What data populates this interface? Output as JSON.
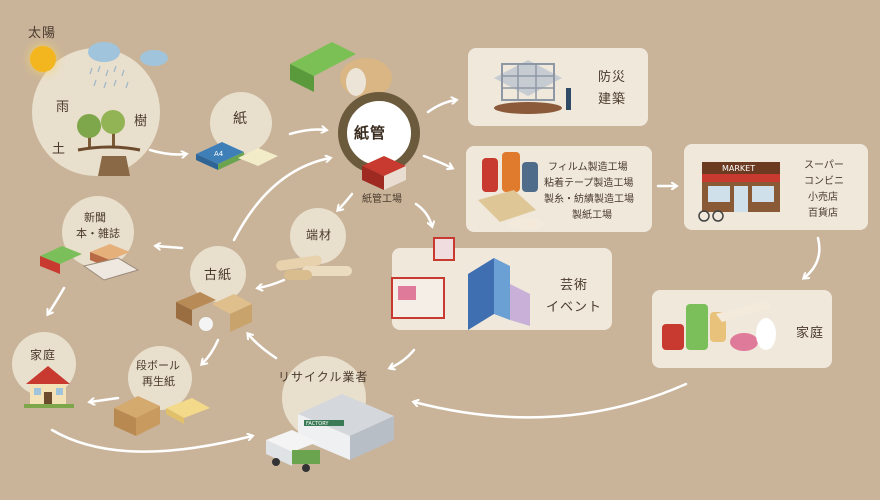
{
  "nature": {
    "sun": "太陽",
    "rain": "雨",
    "tree": "樹",
    "soil": "土"
  },
  "paper": "紙",
  "tube": {
    "title": "紙管",
    "factory": "紙管工場"
  },
  "construction": {
    "line1": "防災",
    "line2": "建築"
  },
  "factories": [
    "フィルム製造工場",
    "粘着テープ製造工場",
    "製糸・紡績製造工場",
    "製紙工場"
  ],
  "stores": [
    "スーパー",
    "コンビニ",
    "小売店",
    "百貨店"
  ],
  "art": {
    "line1": "芸術",
    "line2": "イベント"
  },
  "home_right": "家庭",
  "recycler": "リサイクル業者",
  "offcuts": "端材",
  "used_paper": "古紙",
  "publications": {
    "line1": "新聞",
    "line2": "本・雑誌"
  },
  "home_left": "家庭",
  "cardboard": {
    "line1": "段ボール",
    "line2": "再生紙"
  },
  "icons": {
    "market_sign": "MARKET",
    "factory_sign": "FACTORY",
    "a4": "A4"
  },
  "colors": {
    "background": "#c9b49a",
    "panel": "#efe8db",
    "circle": "#e9dfcd",
    "arrow": "#ffffff",
    "tube_ring": "#6b5a3c",
    "accent_red": "#c8392f"
  }
}
